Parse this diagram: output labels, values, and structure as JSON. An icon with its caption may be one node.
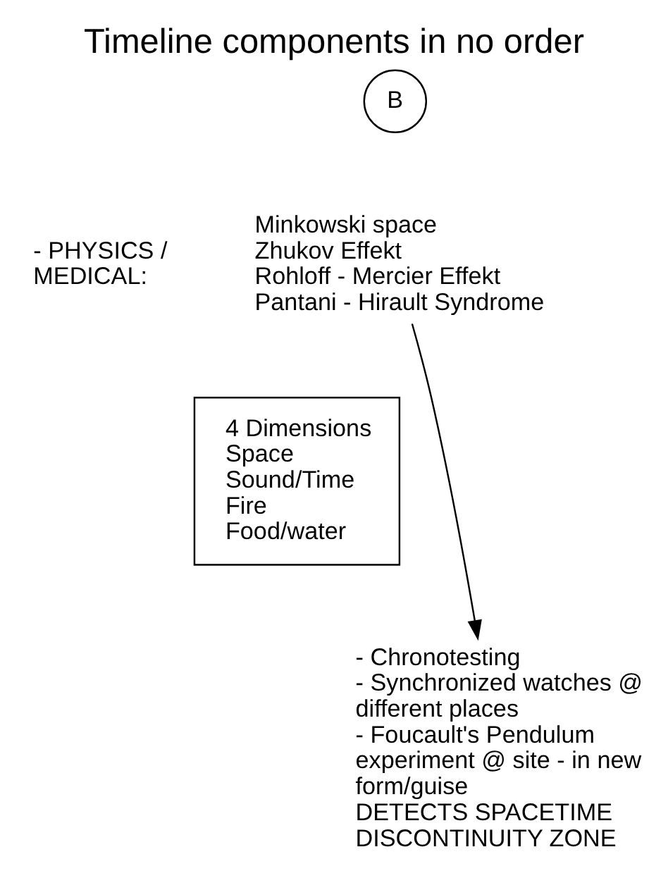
{
  "diagram": {
    "title": "Timeline components in no order",
    "nodes": [
      {
        "text": [
          "B"
        ]
      },
      {
        "text": [
          "Minkowski space",
          "Zhukov Effekt",
          "Rohloff - Mercier Effekt",
          "Pantani - Hirault Syndrome"
        ],
        "beside": [
          "- PHYSICS / MEDICAL:"
        ]
      },
      {
        "text": [
          "4 Dimensions",
          "Space",
          "Sound/Time",
          "Fire",
          "Food/water"
        ]
      },
      {
        "text": [
          "- Chronotesting",
          "- Synchronized watches @ different places",
          "- Foucault's Pendulum experiment @ site - in new form/guise",
          "DETECTS SPACETIME DISCONTINUITY ZONE"
        ]
      }
    ],
    "edges": [
      {
        "from": 1,
        "to": 3,
        "arrow": "to"
      }
    ]
  }
}
